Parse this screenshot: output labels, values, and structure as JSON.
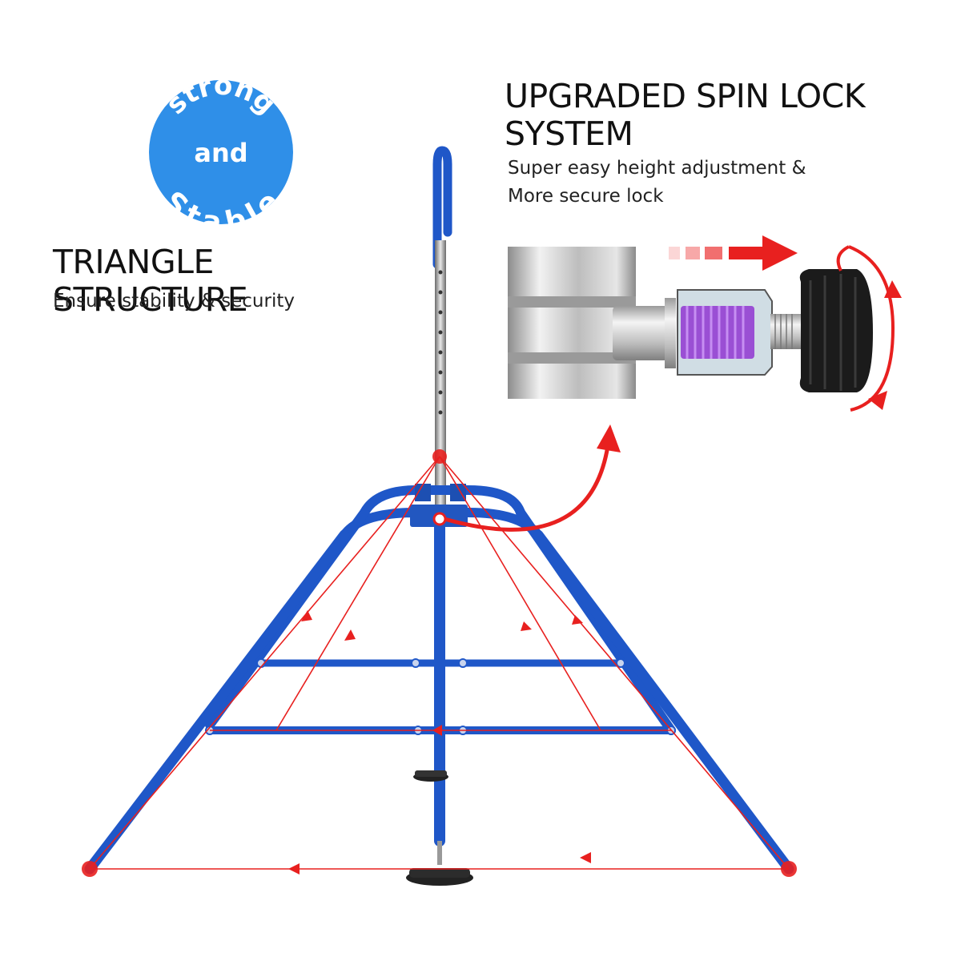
{
  "badge": {
    "top_word": "strong",
    "middle_word": "and",
    "bottom_word": "Stable",
    "color": "#2f8fe8"
  },
  "spin_lock": {
    "title": "UPGRADED SPIN LOCK SYSTEM",
    "description_line1": "Super easy height adjustment &",
    "description_line2": "More secure lock"
  },
  "triangle": {
    "title": "TRIANGLE STRUCTURE",
    "description": "Ensure stability & security"
  },
  "colors": {
    "frame_blue": "#1f57c8",
    "accent_red": "#e8201f",
    "knob_black": "#1b1b1b",
    "spring_purple": "#9a4fd4"
  }
}
